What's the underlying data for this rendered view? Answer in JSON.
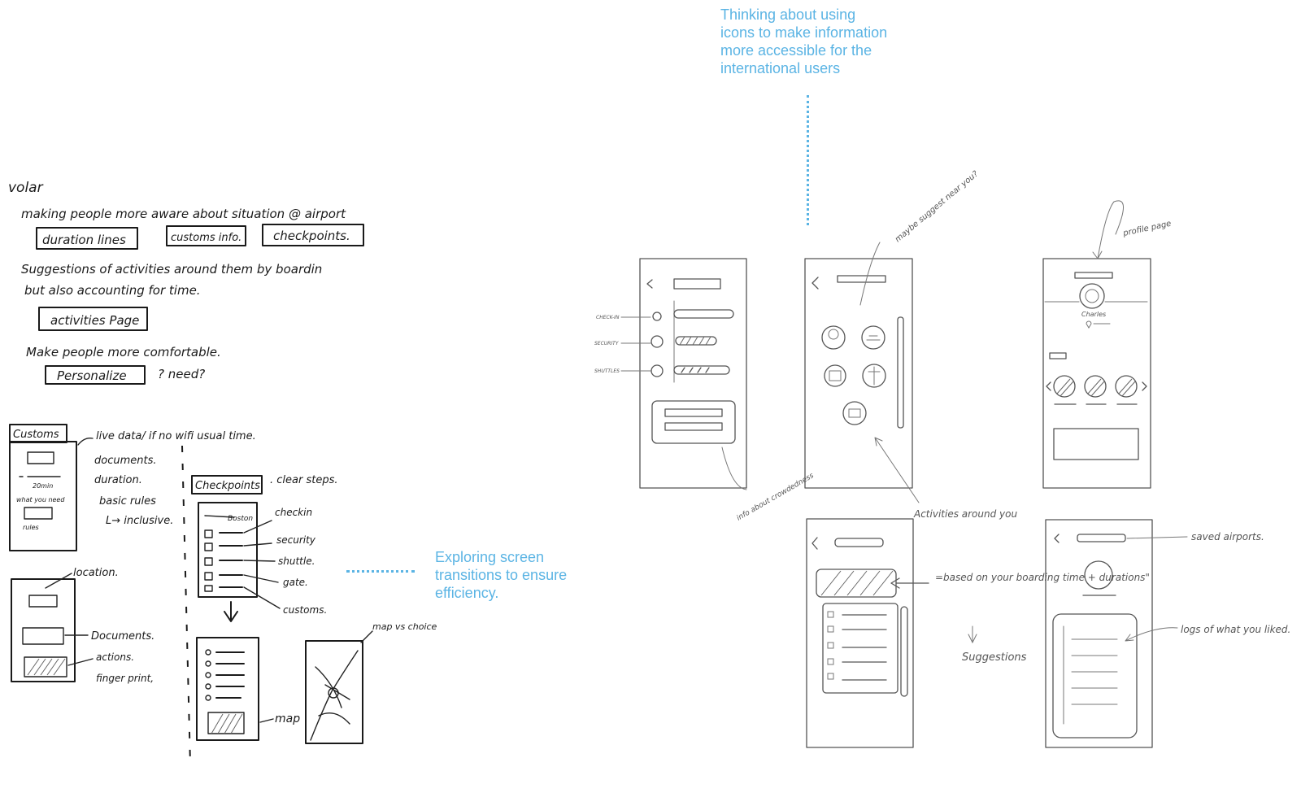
{
  "notes": {
    "icons_note": "Thinking about using\nicons to make information\nmore accessible for the\ninternational users",
    "transitions_note": "Exploring screen\ntransitions to ensure\nefficiency."
  },
  "notebook": {
    "title": "volar",
    "line1": "making people more aware about situation @ airport",
    "box1": "duration lines",
    "box2": "customs info.",
    "box3": "checkpoints.",
    "line2": "Suggestions of activities around them by boardin",
    "line3": "but also accounting for time.",
    "box4": "activities Page",
    "line4": "Make people more comfortable.",
    "box5": "Personalize",
    "need": "? need?"
  },
  "sketches": {
    "customs": "Customs",
    "live_data": "live data/ if no wifi usual time.",
    "documents": "documents.",
    "duration": "duration.",
    "basic_rules": "basic rules",
    "inclusive": "L→ inclusive.",
    "twenty_min": "20min",
    "what_you_need": "what you need",
    "rules": "rules",
    "location": "location.",
    "documents2": "Documents.",
    "actions": "actions.",
    "finger_print": "finger print,",
    "checkpoints": "Checkpoints",
    "clear_steps": ". clear steps.",
    "boston": "Boston",
    "checkin": "checkin",
    "security": "security",
    "shuttle": "shuttle.",
    "gate": "gate.",
    "customs2": "customs.",
    "map": "map",
    "map_choice": "map vs choice"
  },
  "wireframes": {
    "check_in": "CHECK-IN",
    "security": "SECURITY",
    "shuttles": "SHUTTLES",
    "info_crowd": "info about crowdedness",
    "maybe_suggest": "maybe suggest near you?",
    "activities_around": "Activities around you",
    "profile_page": "profile page",
    "charles": "Charles",
    "based_on": "=based on your boarding time + durations\"",
    "suggestions": "Suggestions",
    "saved_airports": "saved airports.",
    "logs": "logs of what you liked."
  }
}
